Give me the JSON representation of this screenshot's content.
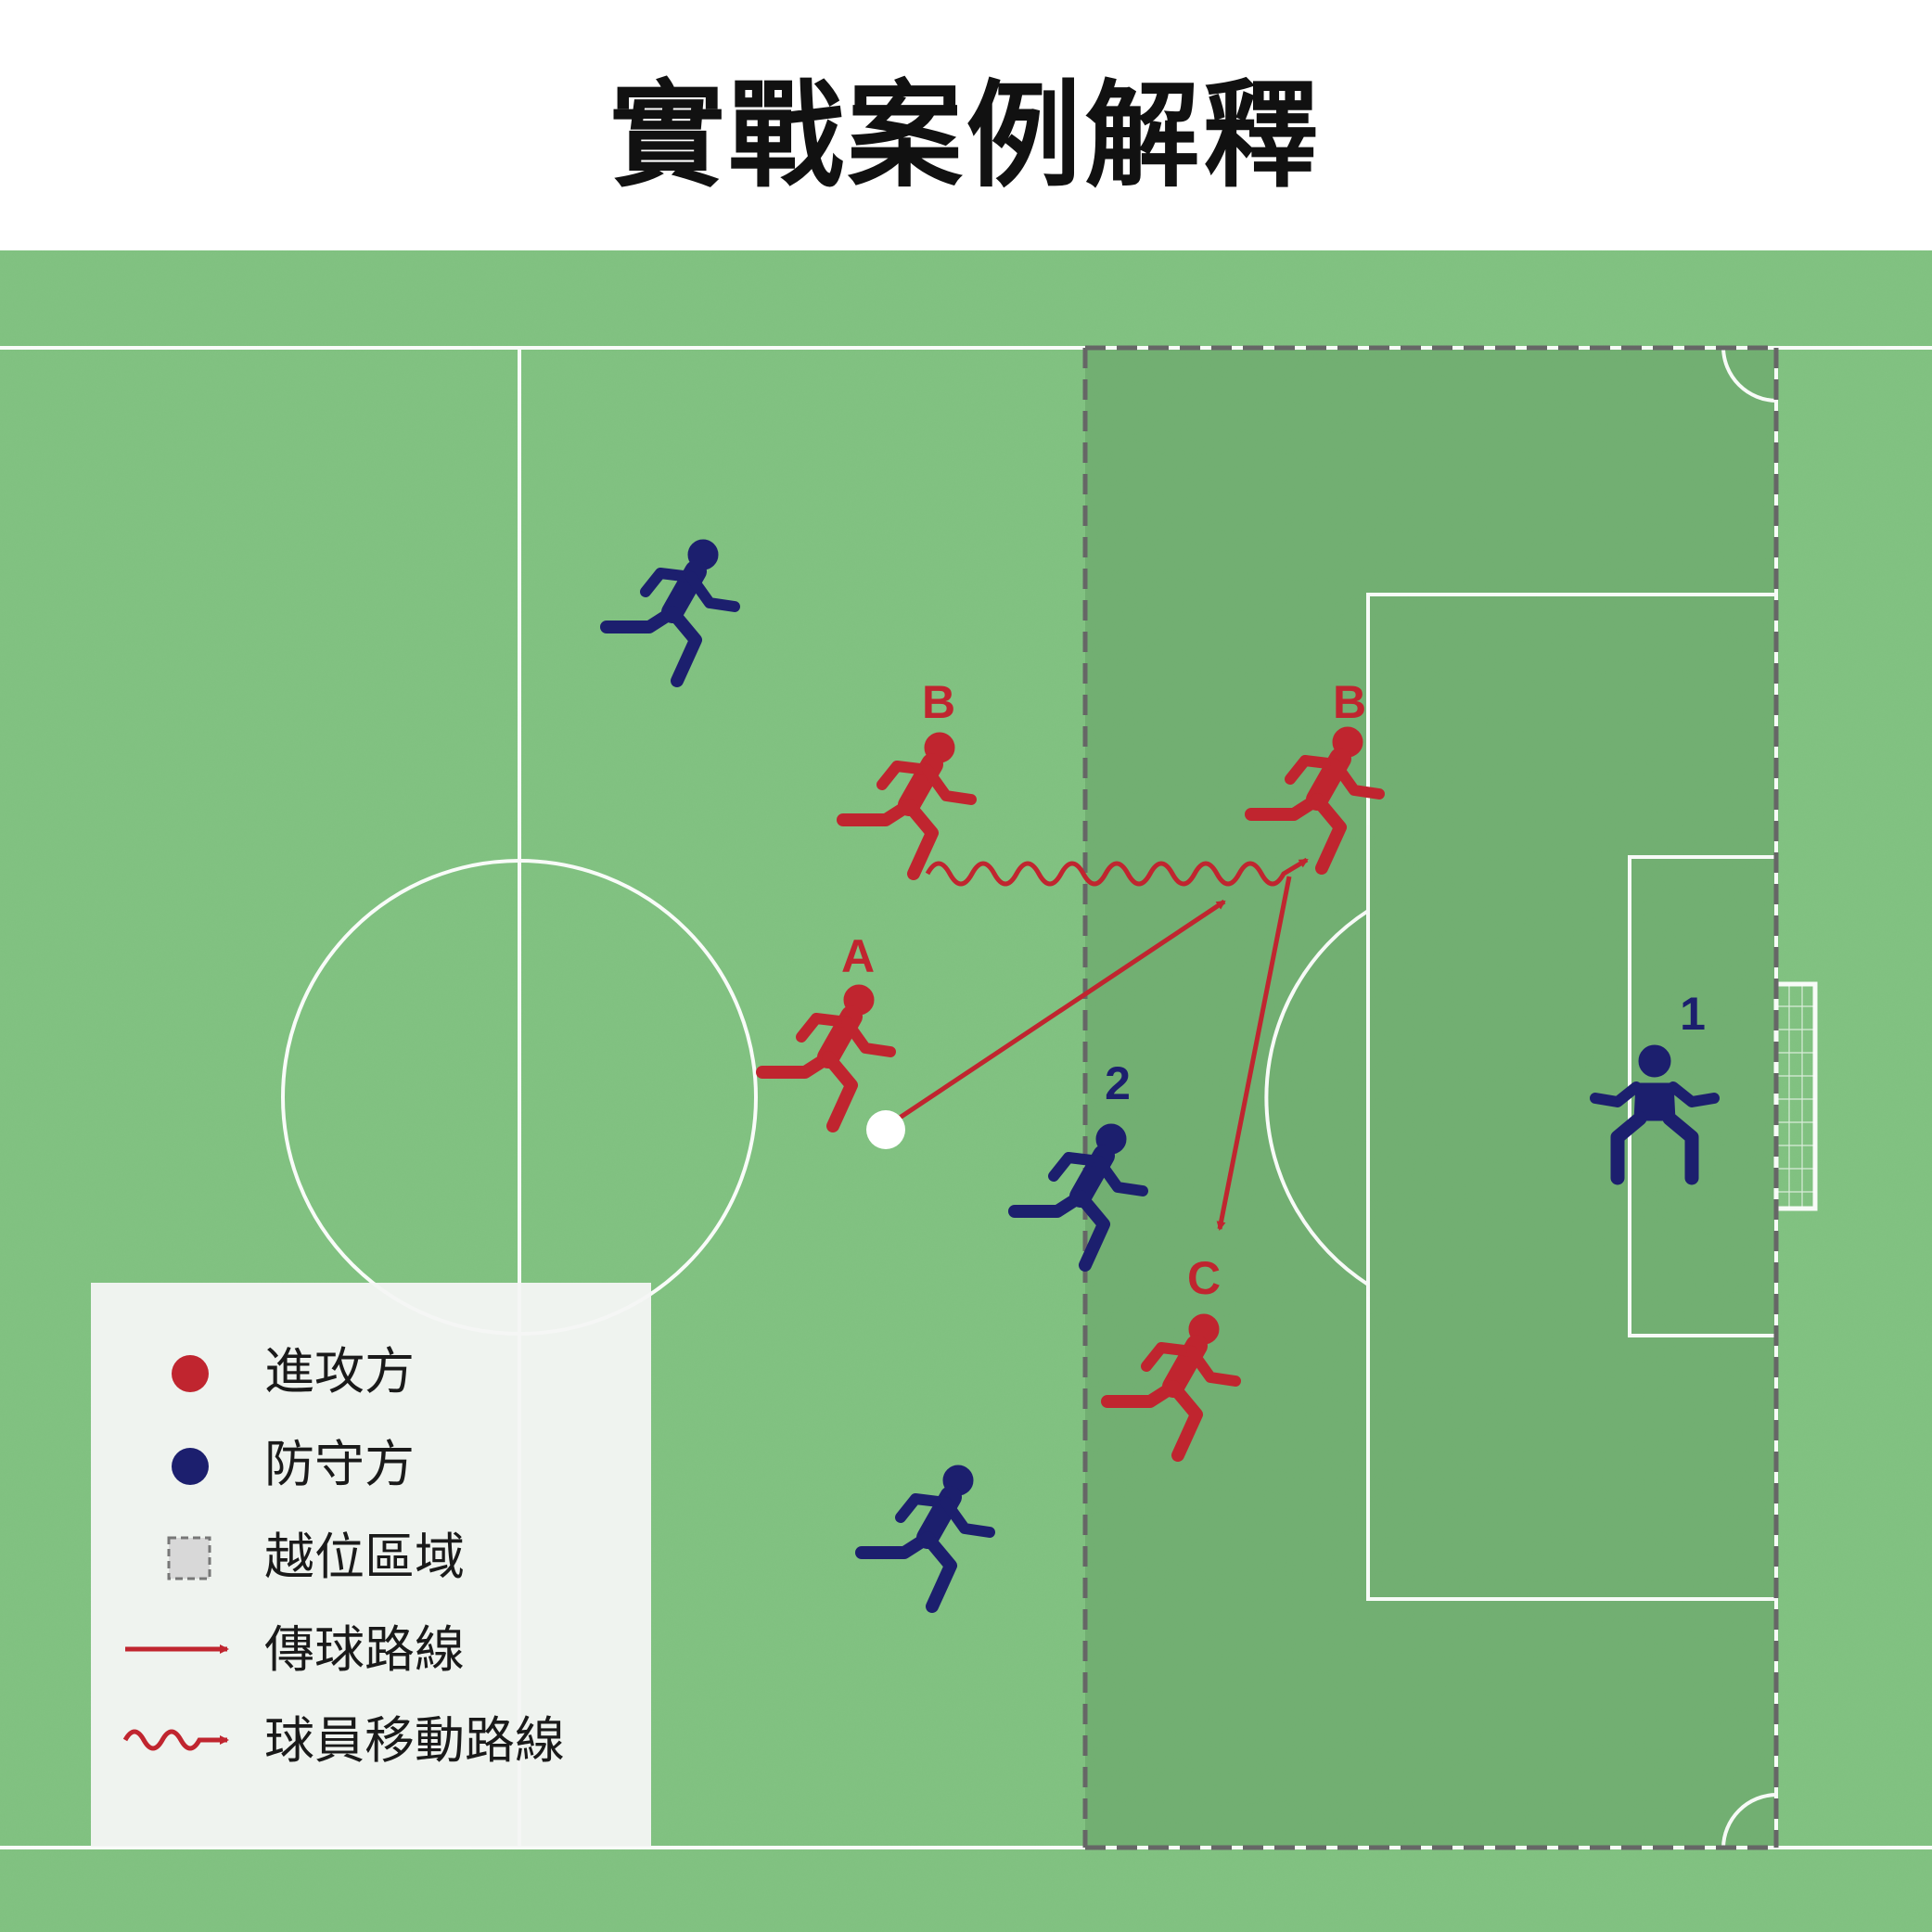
{
  "title": "實戰案例解釋",
  "colors": {
    "attack": "#c0252f",
    "defense": "#1c1f6e",
    "pitch": "#7fbf7f",
    "offside_zone": "#6ea66e",
    "lines": "#ffffff",
    "ball": "#ffffff"
  },
  "labels": {
    "attacker_a": "A",
    "attacker_b_start": "B",
    "attacker_b_end": "B",
    "attacker_c": "C",
    "defender_1": "1",
    "defender_2": "2"
  },
  "legend": {
    "attack": "進攻方",
    "defense": "防守方",
    "offside_zone": "越位區域",
    "pass_route": "傳球路線",
    "player_route": "球員移動路線"
  },
  "icons": {
    "attacker": "running-player-icon",
    "defender": "running-player-icon",
    "goalkeeper": "goalkeeper-icon",
    "ball": "ball-icon"
  }
}
